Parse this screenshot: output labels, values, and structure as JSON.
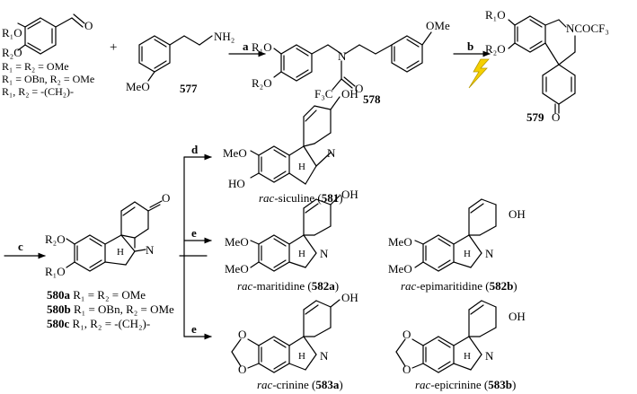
{
  "scheme": {
    "start_aldehyde": {
      "subst1": "R₁O",
      "subst2": "R₂O",
      "carbonyl": "O",
      "variants": [
        "R₁ = R₂ = OMe",
        "R₁ = OBn, R₂ = OMe",
        "R₁, R₂ = -(CH₂)-"
      ]
    },
    "plus": "+",
    "amine": {
      "nh2": "NH₂",
      "ome": "MeO",
      "number": "577"
    },
    "arrow_a": "a",
    "amide": {
      "r1o": "R₁O",
      "r2o": "R₂O",
      "n": "N",
      "cf3": "F₃C",
      "o": "O",
      "ome": "OMe",
      "number": "578"
    },
    "arrow_b": "b",
    "spiro": {
      "r1o": "R₁O",
      "r2o": "R₂O",
      "ncocf3": "NCOCF₃",
      "o": "O",
      "number": "579"
    },
    "arrow_c": "c",
    "enone": {
      "r2o": "R₂O",
      "r1o": "R₁O",
      "o": "O",
      "h": "H",
      "n": "N",
      "variants": [
        {
          "num": "580a",
          "text": "R₁ = R₂ = OMe"
        },
        {
          "num": "580b",
          "text": "R₁ = OBn, R₂ = OMe"
        },
        {
          "num": "580c",
          "text": "R₁, R₂ = -(CH₂)-"
        }
      ]
    },
    "arrow_d": "d",
    "arrow_e1": "e",
    "arrow_e2": "e",
    "siculine": {
      "meo": "MeO",
      "ho": "HO",
      "oh": "OH",
      "h": "H",
      "n": "N",
      "prefix": "rac",
      "name": "-siculine (",
      "num": "581",
      "close": ")"
    },
    "maritidine": {
      "meo1": "MeO",
      "meo2": "MeO",
      "oh": "OH",
      "h": "H",
      "n": "N",
      "prefix": "rac",
      "name": "-maritidine (",
      "num": "582a",
      "close": ")"
    },
    "epimaritidine": {
      "meo1": "MeO",
      "meo2": "MeO",
      "oh": "OH",
      "h": "H",
      "n": "N",
      "prefix": "rac",
      "name": "-epimaritidine (",
      "num": "582b",
      "close": ")"
    },
    "crinine": {
      "o1": "O",
      "o2": "O",
      "oh": "OH",
      "h": "H",
      "n": "N",
      "prefix": "rac",
      "name": "-crinine (",
      "num": "583a",
      "close": ")"
    },
    "epicrinine": {
      "o1": "O",
      "o2": "O",
      "oh": "OH",
      "h": "H",
      "n": "N",
      "prefix": "rac",
      "name": "-epicrinine (",
      "num": "583b",
      "close": ")"
    }
  },
  "colors": {
    "ink": "#000000",
    "lightning": "#f5d000",
    "lightning_edge": "#b89a00"
  }
}
